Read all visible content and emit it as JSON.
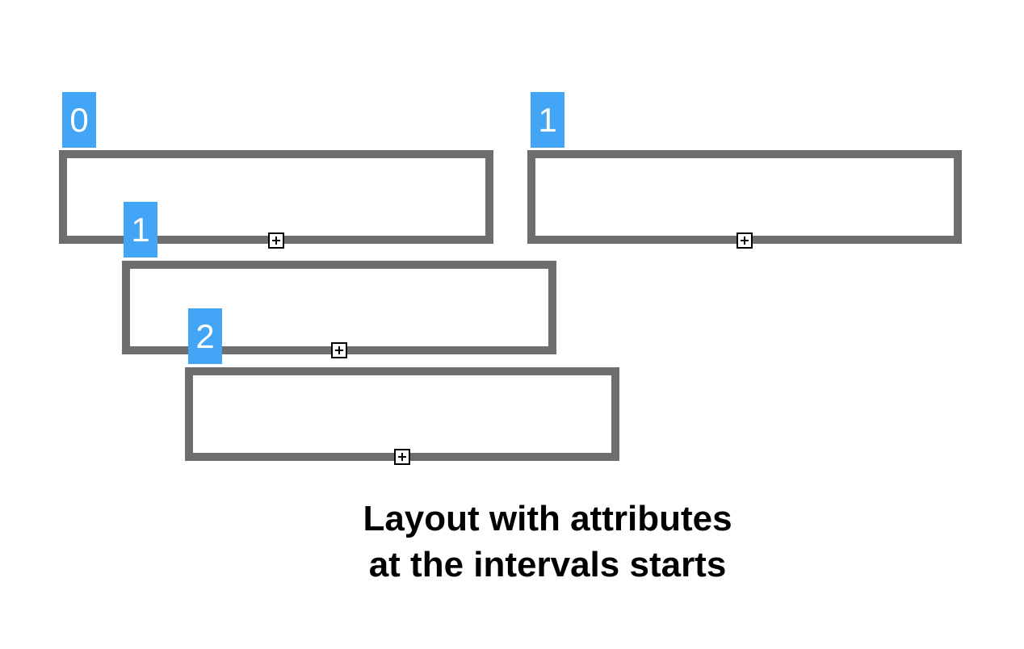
{
  "intervals": [
    {
      "label": "0"
    },
    {
      "label": "1"
    },
    {
      "label": "1"
    },
    {
      "label": "2"
    }
  ],
  "caption": {
    "line1": "Layout with attributes",
    "line2": "at the intervals starts"
  },
  "colors": {
    "badge": "#42a5f5",
    "box_border": "#6e6e6e",
    "text": "#000000"
  },
  "icons": {
    "expand": "plus-square-icon"
  }
}
